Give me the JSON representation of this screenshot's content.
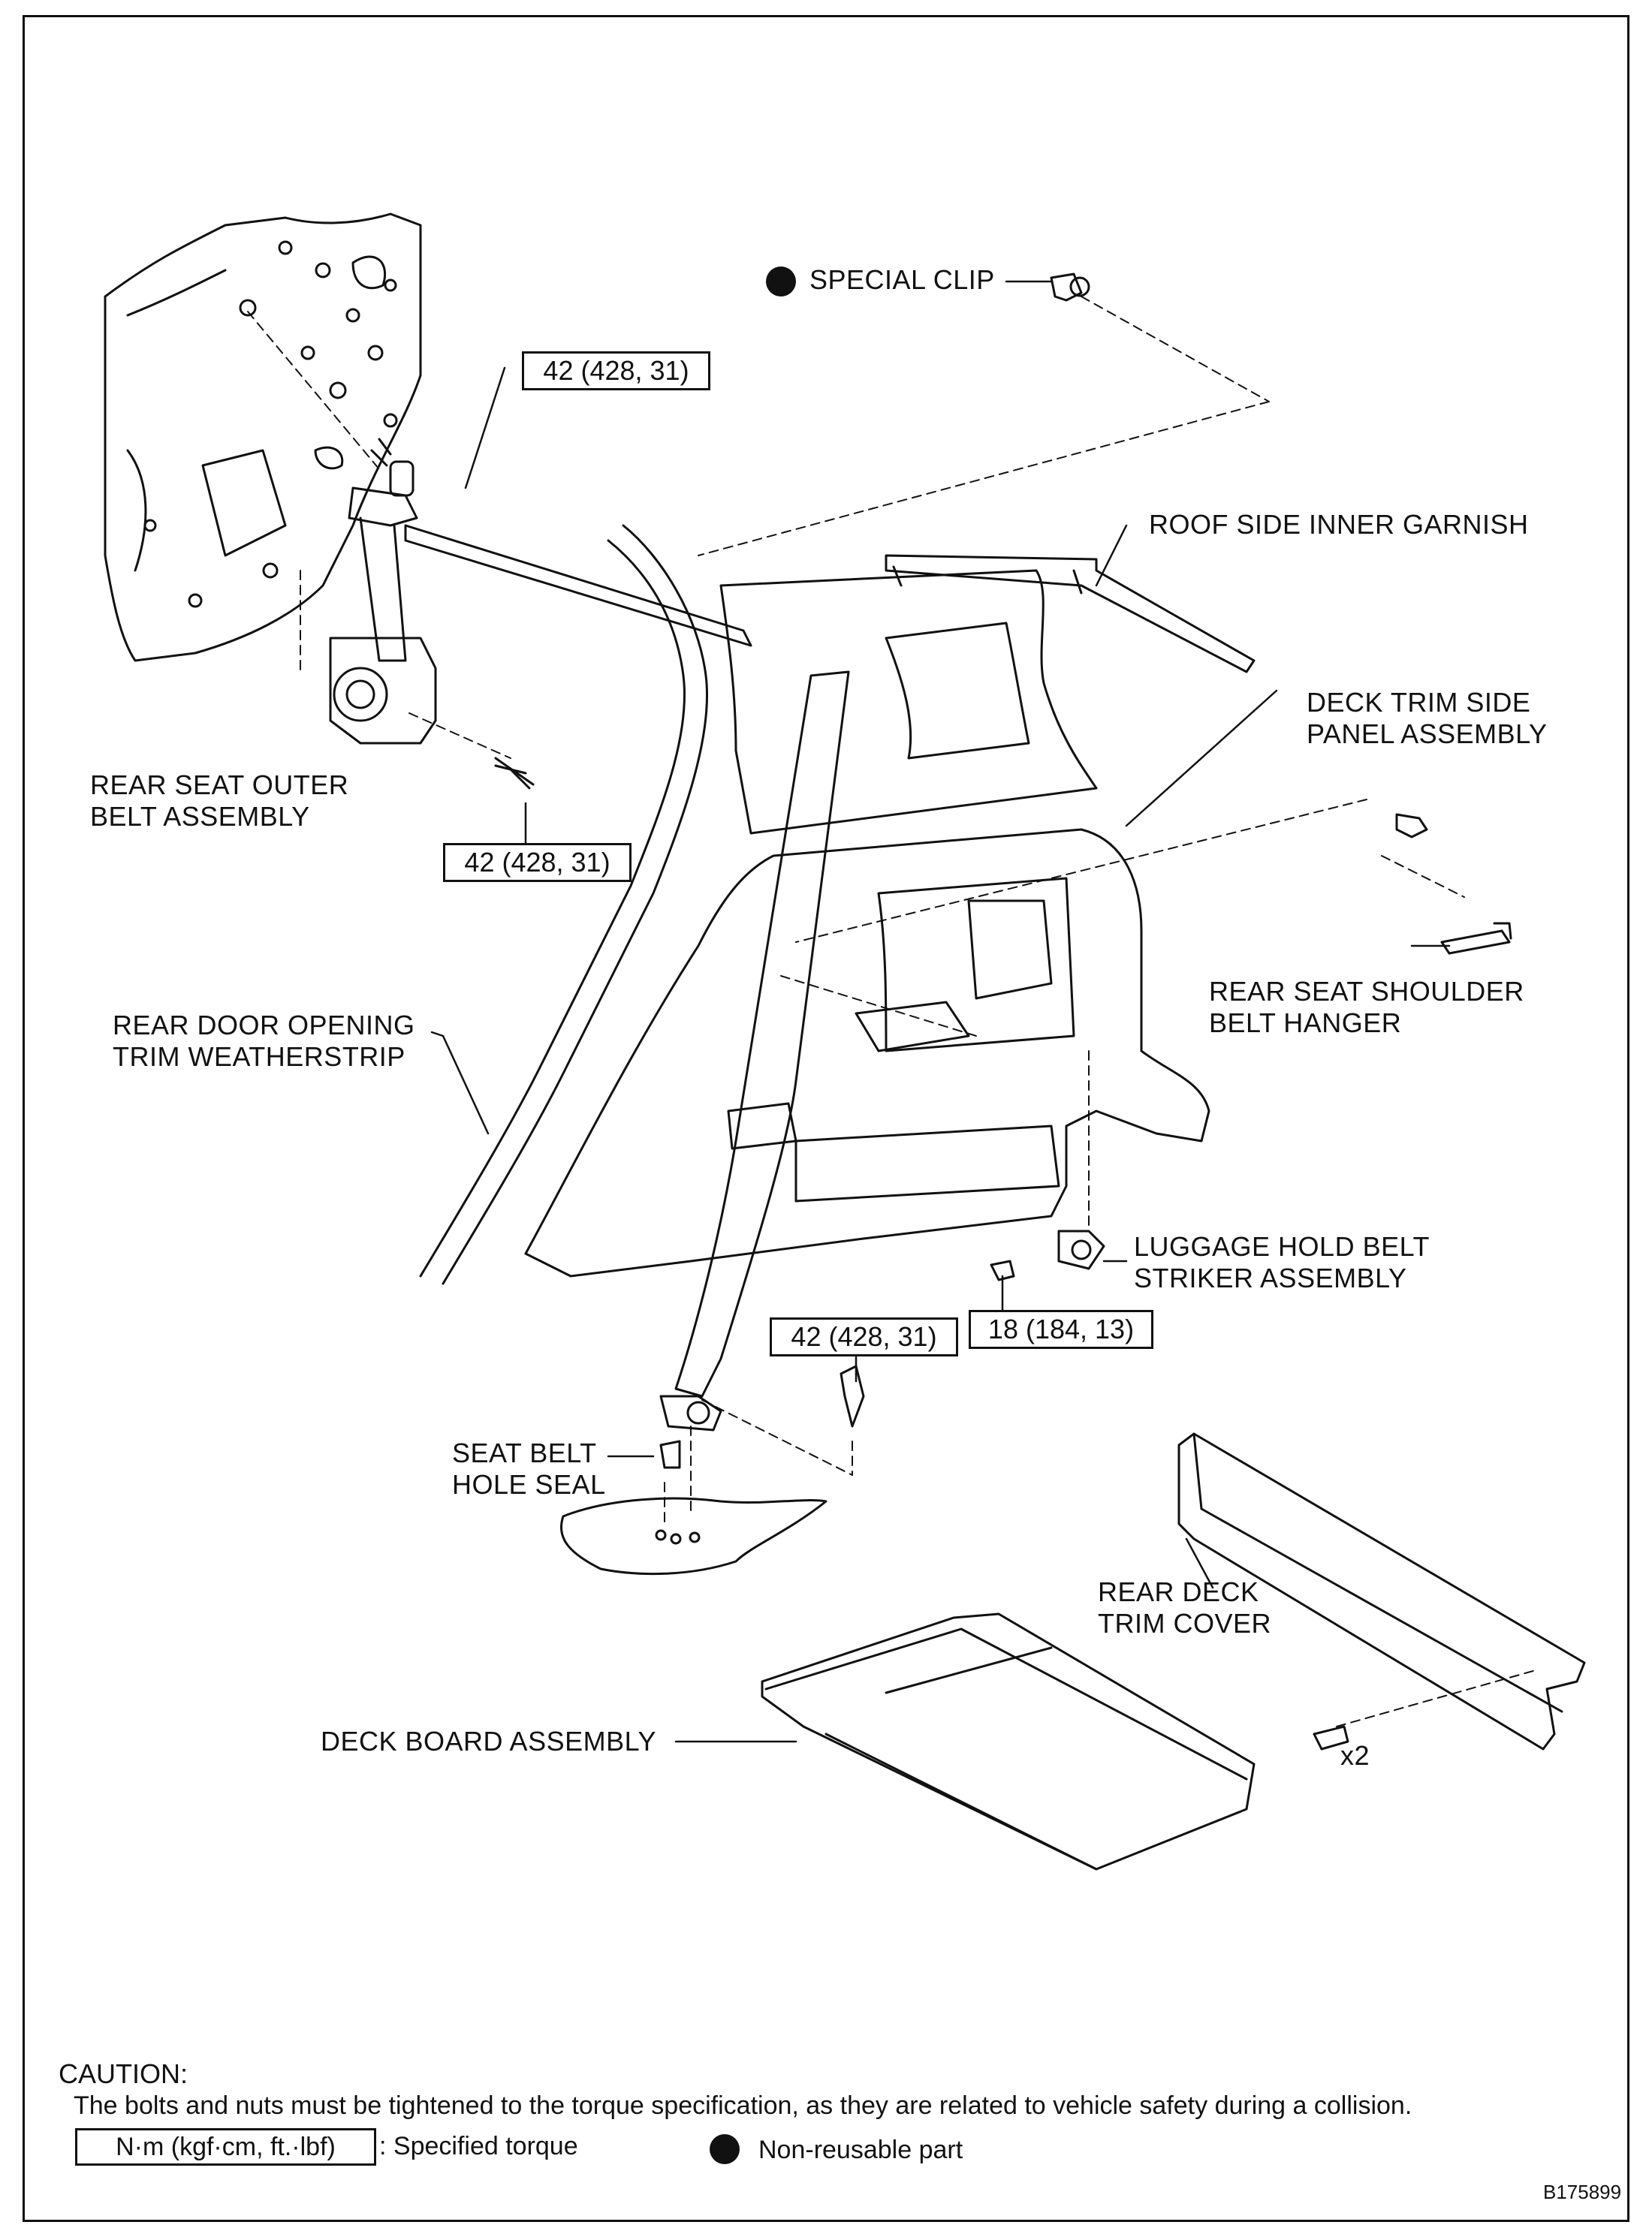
{
  "labels": {
    "special_clip": "SPECIAL CLIP",
    "roof_side_inner_garnish": "ROOF SIDE INNER GARNISH",
    "deck_trim_side_panel": "DECK TRIM SIDE\nPANEL ASSEMBLY",
    "rear_seat_outer_belt": "REAR SEAT OUTER\nBELT ASSEMBLY",
    "rear_door_opening_weatherstrip": "REAR DOOR OPENING\nTRIM WEATHERSTRIP",
    "rear_seat_shoulder_belt_hanger": "REAR SEAT SHOULDER\nBELT HANGER",
    "luggage_hold_belt_striker": "LUGGAGE HOLD BELT\nSTRIKER ASSEMBLY",
    "seat_belt_hole_seal": "SEAT BELT\nHOLE SEAL",
    "rear_deck_trim_cover": "REAR DECK\nTRIM COVER",
    "deck_board_assembly": "DECK BOARD ASSEMBLY",
    "quantity_x2": "x2"
  },
  "torques": {
    "upper_anchor": "42 (428, 31)",
    "retractor_bolt": "42 (428, 31)",
    "floor_anchor": "42 (428, 31)",
    "striker_bolt": "18 (184, 13)"
  },
  "footer": {
    "caution_title": "CAUTION:",
    "caution_text": "The bolts and nuts must be tightened to the torque specification, as they are related to vehicle safety during a collision.",
    "torque_legend_box": "N·m (kgf·cm, ft.·lbf)",
    "torque_legend_text": ": Specified torque",
    "nonreusable_text": "Non-reusable part"
  },
  "figure_id": "B175899"
}
